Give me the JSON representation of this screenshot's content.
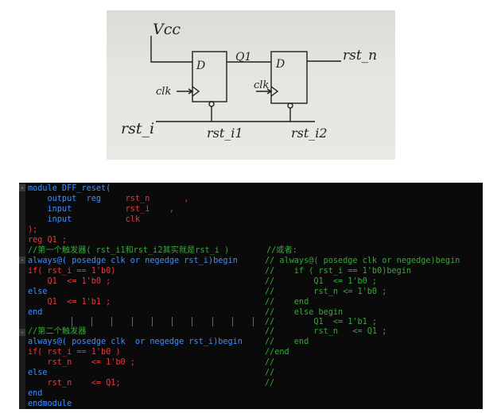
{
  "photo": {
    "vcc": "Vcc",
    "q1": "Q1",
    "rst_n": "rst_n",
    "ff1_d": "D",
    "ff2_d": "D",
    "clk1": "clk",
    "clk2": "clk",
    "rst_i": "rst_i",
    "rst_i1": "rst_i1",
    "rst_i2": "rst_i2"
  },
  "code": {
    "l01": "module DFF_reset(",
    "l02a": "    output  reg     ",
    "l02b": "rst_n       ,",
    "l03a": "    input           ",
    "l03b": "rst_i    ,",
    "l04a": "    input           ",
    "l04b": "clk",
    "l05": ");",
    "l06": "reg Q1 ;",
    "l07a": "//第一个触发器( rst_i1和rst_i2其实就是rst_i )",
    "l07b": "//或者:",
    "l08a": "always@( posedge clk or negedge rst_i)begin",
    "l08b": "// always@( posedge clk or negedge)begin",
    "l09a": "if( rst_i == 1'b0)",
    "l09b": "//    if ( rst_i == 1'b0)begin",
    "l10a": "    Q1  <= 1'b0 ;",
    "l10b": "//        Q1  <= 1'b0 ;",
    "l11a": "else",
    "l11b": "//        rst_n <= 1'b0 ;",
    "l12a": "    Q1  <= 1'b1 ;",
    "l12b": "//    end",
    "l13a": "end",
    "l13b": "//    else begin",
    "l14b": "//        Q1  <= 1'b1 ;",
    "l15a": "//第二个触发器",
    "l15b": "//        rst_n   <= Q1 ;",
    "l16a": "always@( posedge clk  or negedge rst_i)begin",
    "l16b": "//    end",
    "l17a": "if( rst_i == 1'b0 )",
    "l17b": "//end",
    "l18a": "    rst_n    <= 1'b0 ;",
    "l18b": "//",
    "l19a": "else",
    "l19b": "//",
    "l20a": "    rst_n    <= Q1;",
    "l20b": "//",
    "l21": "end",
    "l22": "endmodule"
  }
}
